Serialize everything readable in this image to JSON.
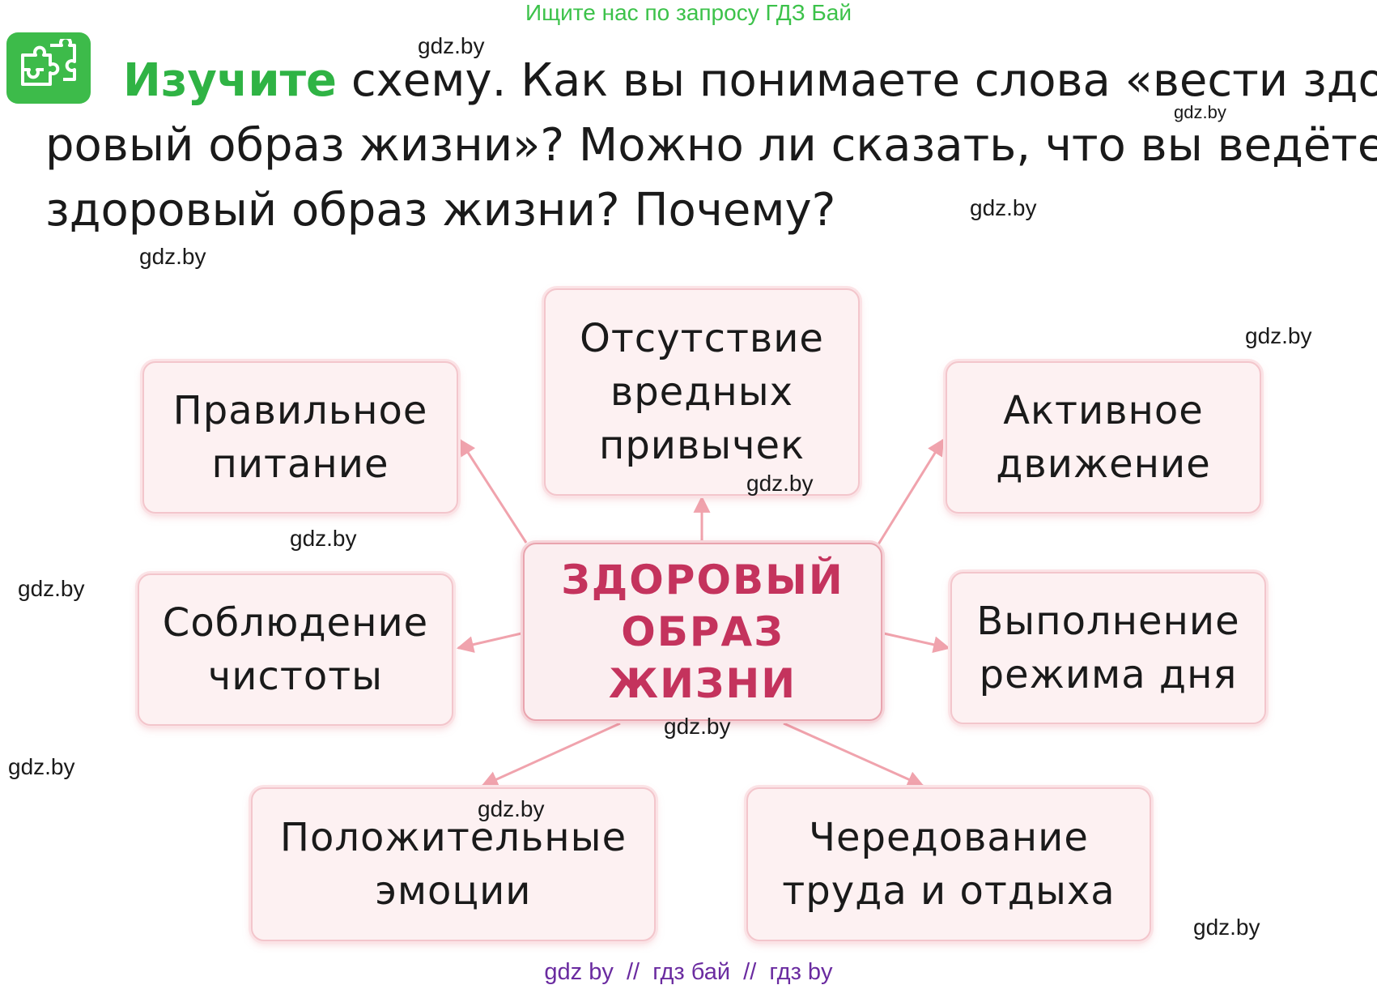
{
  "top_note": "Ищите нас по запросу ГДЗ Бай",
  "task": {
    "keyword": "Изучите",
    "line1_rest": " схему. Как вы понимаете слова «вести здо-",
    "line2": "ровый образ жизни»? Можно ли сказать, что вы ведёте",
    "line3": "здоровый образ жизни? Почему?"
  },
  "diagram": {
    "center": [
      "ЗДОРОВЫЙ",
      "ОБРАЗ",
      "ЖИЗНИ"
    ],
    "nodes": {
      "nutrition": [
        "Правильное",
        "питание"
      ],
      "no_habits": [
        "Отсутствие",
        "вредных",
        "привычек"
      ],
      "activity": [
        "Активное",
        "движение"
      ],
      "cleanliness": [
        "Соблюдение",
        "чистоты"
      ],
      "routine": [
        "Выполнение",
        "режима дня"
      ],
      "emotions": [
        "Положительные",
        "эмоции"
      ],
      "work_rest": [
        "Чередование",
        "труда и отдыха"
      ]
    },
    "arrow_color": "#f0a3ad",
    "center_text_color": "#c4335d"
  },
  "watermark": "gdz.by",
  "footer": "gdz by  //  гдз бай  //  гдз by",
  "colors": {
    "accent_green": "#3dbb4a",
    "footer_purple": "#6a2ba0",
    "box_fill": "#fdf1f2"
  }
}
